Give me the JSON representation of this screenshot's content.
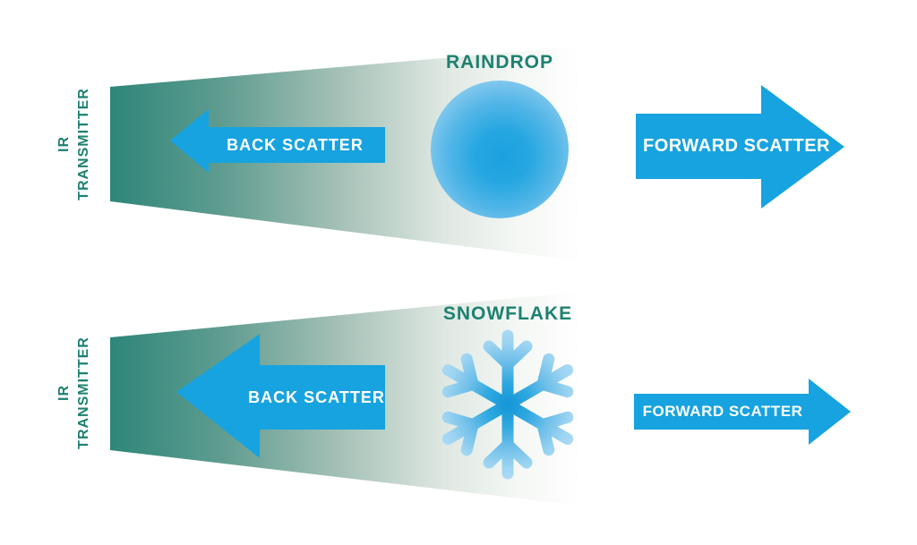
{
  "colors": {
    "teal_text": "#1D8170",
    "arrow_blue": "#17A3DF",
    "beam_teal": "#2E8679",
    "raindrop_center": "#1CA2DF",
    "raindrop_edge": "#A7DAF4"
  },
  "rows": [
    {
      "transmitter_line1": "IR",
      "transmitter_line2": "TRANSMITTER",
      "back_label": "BACK SCATTER",
      "particle": "RAINDROP",
      "forward_label": "FORWARD SCATTER"
    },
    {
      "transmitter_line1": "IR",
      "transmitter_line2": "TRANSMITTER",
      "back_label": "BACK SCATTER",
      "particle": "SNOWFLAKE",
      "forward_label": "FORWARD SCATTER"
    }
  ]
}
